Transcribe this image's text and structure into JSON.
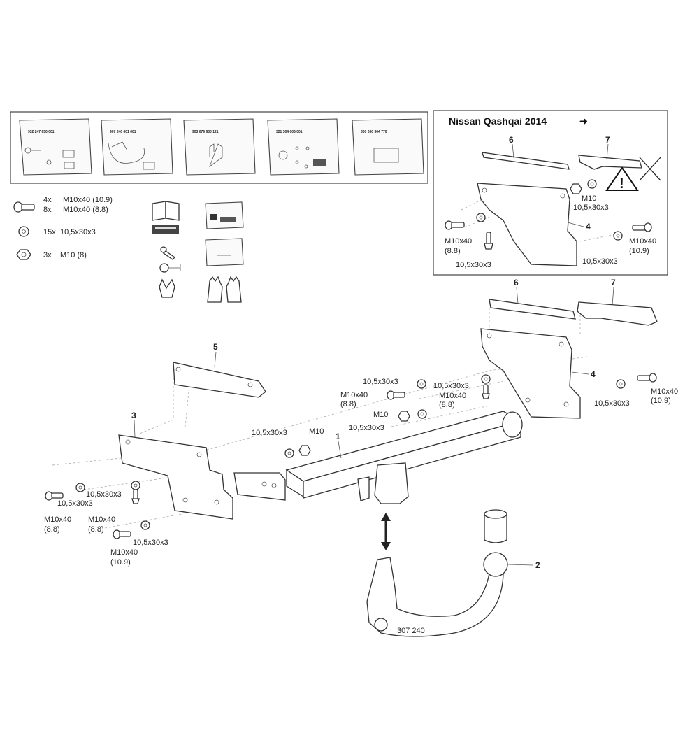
{
  "kits": [
    {
      "part_no": "932 247 650 001"
    },
    {
      "part_no": "907 240 601 001"
    },
    {
      "part_no": "903 079 630 121"
    },
    {
      "part_no": "321 304 006 001"
    },
    {
      "part_no": "300 050 304 770"
    }
  ],
  "hardware_list": [
    {
      "qty": "4x",
      "spec": "M10x40 (10.9)"
    },
    {
      "qty": "8x",
      "spec": "M10x40 (8.8)"
    },
    {
      "qty": "15x",
      "spec": "10,5x30x3"
    },
    {
      "qty": "3x",
      "spec": "M10 (8)"
    }
  ],
  "inset": {
    "title": "Nissan Qashqai 2014",
    "arrow": "➜",
    "callouts": [
      "6",
      "7",
      "4"
    ],
    "labels": {
      "m10": "M10",
      "washer_a": "10,5x30x3",
      "bolt_88": "M10x40",
      "bolt_88_grade": "(8.8)",
      "washer_b": "10,5x30x3",
      "washer_c": "10,5x30x3",
      "bolt_109": "M10x40",
      "bolt_109_grade": "(10.9)"
    }
  },
  "main": {
    "callouts": [
      "1",
      "2",
      "3",
      "4",
      "5",
      "6",
      "7"
    ],
    "labels": {
      "w1": "10,5x30x3",
      "w2": "10,5x30x3",
      "b1": "M10x40",
      "b1g": "(8.8)",
      "b2": "M10x40",
      "b2g": "(8.8)",
      "m10a": "M10",
      "w3": "10,5x30x3",
      "w4": "10,5x30x3",
      "m10b": "M10",
      "w5": "10,5x30x3",
      "b3": "M10x40",
      "b3g": "(10.9)",
      "w6": "10,5x30x3",
      "w7": "10,5x30x3",
      "b4": "M10x40",
      "b4g": "(8.8)",
      "b5": "M10x40",
      "b5g": "(8.8)",
      "w8": "10,5x30x3",
      "b6": "M10x40",
      "b6g": "(10.9)",
      "tow_mark": "307 240"
    }
  }
}
